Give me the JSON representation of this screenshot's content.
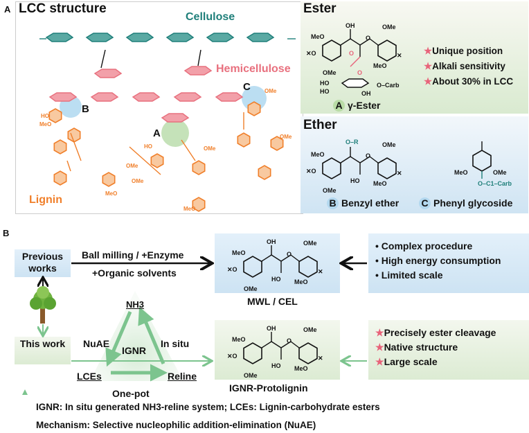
{
  "panel_a": {
    "letter": "A",
    "title": "LCC structure",
    "labels": {
      "cellulose": "Cellulose",
      "hemicellulose": "Hemicellulose",
      "lignin": "Lignin",
      "a": "A",
      "b": "B",
      "c": "C"
    },
    "colors": {
      "cellulose": "#1f7f7a",
      "hemicellulose": "#e8707e",
      "lignin": "#f07f2a",
      "ester_highlight": "#9fcf8a",
      "ether_highlight": "#8ec8ea"
    }
  },
  "ester": {
    "title": "Ester",
    "features": [
      "Unique position",
      "Alkali sensitivity",
      "About 30% in LCC"
    ],
    "caption_letter": "A",
    "caption": "γ-Ester",
    "struct_labels": {
      "oh": "OH",
      "ome": "OMe",
      "meo": "MeO",
      "o": "O",
      "ho": "HO",
      "carb": "O–Carb"
    }
  },
  "ether": {
    "title": "Ether",
    "benzyl_letter": "B",
    "benzyl": "Benzyl ether",
    "phenyl_letter": "C",
    "phenyl": "Phenyl glycoside",
    "struct_labels": {
      "or": "O–R",
      "c1carb": "O–C1–Carb",
      "meo": "MeO",
      "ome": "OMe",
      "ho": "HO"
    }
  },
  "panel_b": {
    "letter": "B",
    "previous_works": "Previous works",
    "this_work": "This work",
    "arrow_top_above": "Ball milling / +Enzyme",
    "arrow_top_below": "+Organic solvents",
    "mwl_caption": "MWL / CEL",
    "ignr_caption": "IGNR-Protolignin",
    "drawbacks": [
      "Complex procedure",
      "High energy consumption",
      "Limited scale"
    ],
    "advantages": [
      "Precisely ester cleavage",
      "Native structure",
      "Large scale"
    ],
    "triangle": {
      "nh3": "NH3",
      "lces": "LCEs",
      "reline": "Reline",
      "center": "IGNR",
      "left": "NuAE",
      "right": "In situ",
      "bottom": "One-pot"
    },
    "notes": [
      "IGNR: In situ generated NH3-reline system; LCEs: Lignin-carbohydrate esters",
      "Mechanism: Selective nucleophilic addition-elimination (NuAE)"
    ],
    "colors": {
      "green": "#7cc48e",
      "arrow_dark": "#111111"
    }
  }
}
